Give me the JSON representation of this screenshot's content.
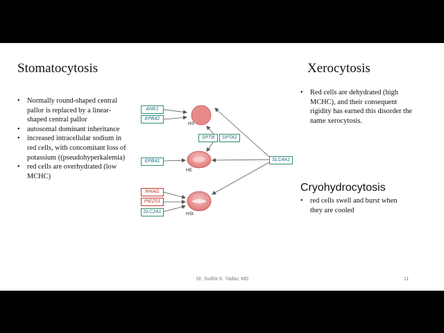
{
  "left_section": {
    "title": "Stomatocytosis",
    "bullets": [
      " Normally round-shaped central pallor is replaced by a linear-shaped central pallor",
      "autosomal dominant inheritance",
      "increased intracellular sodium in red cells, with concomitant loss of potassium ((pseudohyperkalemia)",
      "red cells are overhydrated (low MCHC)"
    ]
  },
  "right_section": {
    "title": "Xerocytosis",
    "bullets": [
      "Red cells are dehydrated (high MCHC), and their consequent rigidity has earned this disorder the name xerocytosis."
    ]
  },
  "cryo_section": {
    "title": "Cryohydrocytosis",
    "bullets": [
      "red cells swell and burst when they are cooled"
    ]
  },
  "diagram": {
    "genes": {
      "ank1": "ANK1",
      "epb42": "EPB42",
      "sptb": "SPTB",
      "spta1": "SPTA1",
      "epb41": "EPB41",
      "slc4a1": "SLC4A1",
      "rhag": "RHAG",
      "piezo1": "PIEZ01",
      "slc2a1": "SLC2A1"
    },
    "cells": {
      "hs": "HS",
      "he": "HE",
      "hst": "HSt"
    },
    "colors": {
      "box_border_green": "#2f8f6f",
      "box_border_red": "#c0392b",
      "cell_fill": "#e88a8a"
    }
  },
  "footer": {
    "author": "Dr. Sudhir K. Yadav, MD",
    "page_number": "11"
  }
}
